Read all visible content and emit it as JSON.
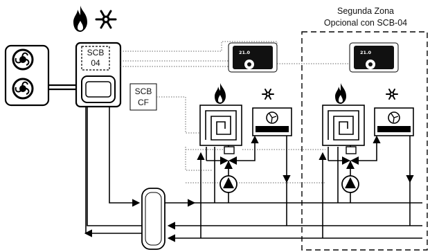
{
  "zone2": {
    "title_line1": "Segunda Zona",
    "title_line2": "Opcional con SCB-04"
  },
  "modules": {
    "scb04_line1": "SCB",
    "scb04_line2": "04",
    "scbcf_line1": "SCB",
    "scbcf_line2": "CF"
  },
  "thermostats": {
    "zone1_reading": "21.0",
    "zone2_reading": "21.0"
  },
  "icons": {
    "heat": "flame-icon",
    "cool": "snowflake-icon",
    "fan": "fan-icon",
    "pump": "pump-icon",
    "valve": "three-way-valve-icon",
    "tank": "buffer-tank-icon"
  },
  "colors": {
    "line": "#000000",
    "signal": "#666666",
    "thermostat_screen": "#111111"
  }
}
